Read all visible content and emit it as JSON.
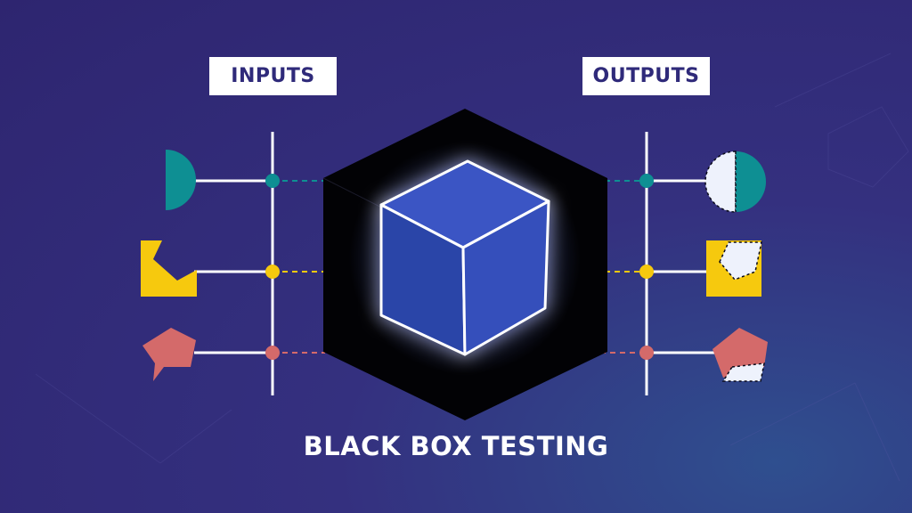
{
  "labels": {
    "inputs": "INPUTS",
    "outputs": "OUTPUTS",
    "title": "BLACK BOX TESTING"
  },
  "colors": {
    "teal": "#0e8f93",
    "yellow": "#f6c90e",
    "coral": "#d46a6a",
    "cube_blue": "#2f4bb3",
    "background": "#2e2570",
    "output_fill": "#eef2fc"
  },
  "icons": {
    "box": "cube-icon",
    "input_1": "half-circle-icon",
    "input_2": "notched-square-icon",
    "input_3": "blob-pentagon-icon",
    "output_1": "split-circle-icon",
    "output_2": "square-with-pentagon-icon",
    "output_3": "pentagon-with-parallelogram-icon"
  }
}
